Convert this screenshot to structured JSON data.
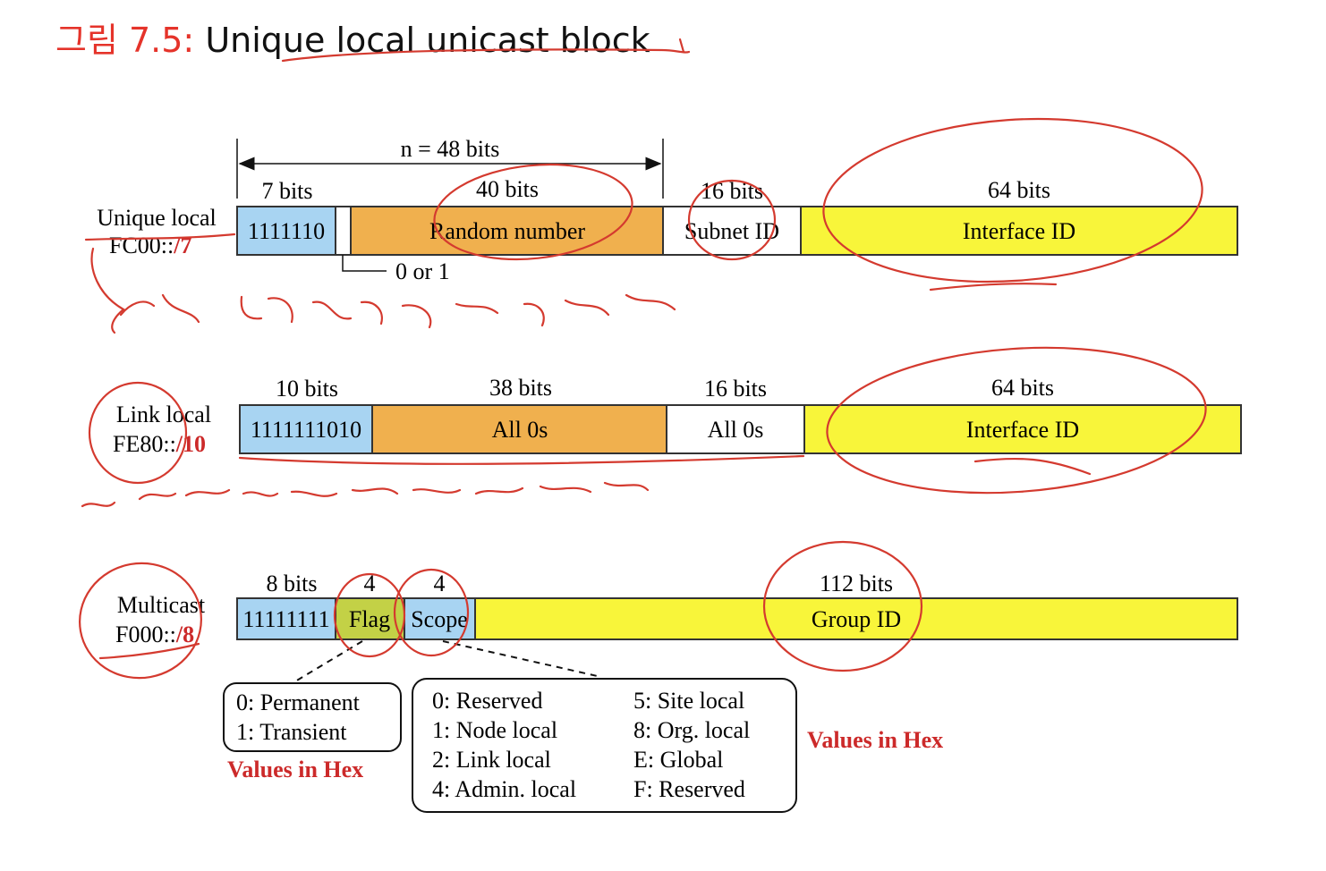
{
  "title": {
    "figure_label": "그림 7.5:",
    "text": "Unique local unicast block"
  },
  "colors": {
    "blue": "#a8d4f2",
    "orange": "#f0b04e",
    "yellow": "#f8f53a",
    "olive": "#c3d146",
    "white": "#ffffff",
    "red_text": "#cc2a2a",
    "ink": "#d43a2f"
  },
  "unique_local": {
    "name": "Unique local",
    "prefix": "FC00::",
    "len": "/7",
    "n_label": "n = 48 bits",
    "bits": [
      "7 bits",
      "40 bits",
      "16 bits",
      "64 bits"
    ],
    "fields": [
      "1111110",
      "Random number",
      "Subnet ID",
      "Interface ID"
    ],
    "zero_or_one": "0 or 1"
  },
  "link_local": {
    "name": "Link local",
    "prefix": "FE80::",
    "len": "/10",
    "bits": [
      "10 bits",
      "38 bits",
      "16 bits",
      "64 bits"
    ],
    "fields": [
      "1111111010",
      "All 0s",
      "All 0s",
      "Interface ID"
    ]
  },
  "multicast": {
    "name": "Multicast",
    "prefix": "F000::",
    "len": "/8",
    "bits": [
      "8 bits",
      "4",
      "4",
      "112 bits"
    ],
    "fields": [
      "11111111",
      "Flag",
      "Scope",
      "Group ID"
    ],
    "flag_values": [
      "0: Permanent",
      "1: Transient"
    ],
    "scope_values_left": [
      "0: Reserved",
      "1: Node local",
      "2: Link local",
      "4: Admin. local"
    ],
    "scope_values_right": [
      "5: Site local",
      "8: Org. local",
      "E: Global",
      "F: Reserved"
    ],
    "hex_note_left": "Values in Hex",
    "hex_note_right": "Values in Hex"
  }
}
